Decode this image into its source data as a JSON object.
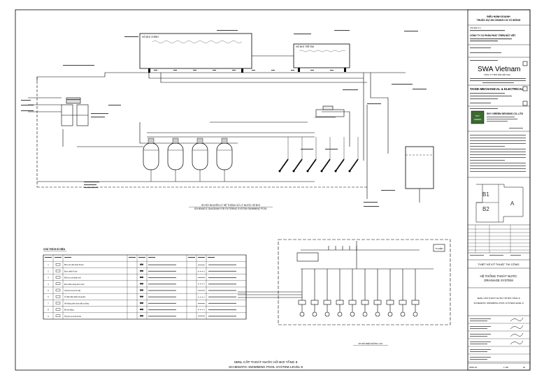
{
  "title_block": {
    "owner_label": "CHỦ ĐẦU TƯ",
    "owner_header_1": "ĐIỀU HÀNH DOANH",
    "owner_header_2": "THUỘC DỰ ÁN CHUNG CƯ CỔ ĐÔNG",
    "developer": "CÔNG TY CỔ PHẦN PHÁT TRIỂN ĐẤT VIỆT",
    "swa_logo_main": "SWA",
    "swa_logo_country": "Vietnam",
    "swa_subtitle": "CÔNG TY TNHH SWA VIỆT NAM",
    "contractor": "TAISEI MECHANICAL & ELECTRICAL",
    "green_company": "SKY GREEN DESIGNS CO.,LTD",
    "zone_b1": "B1",
    "zone_a": "A",
    "zone_b2": "B2",
    "stage": "THIẾT KẾ KỸ THUẬT THI CÔNG",
    "system_vn": "HỆ THỐNG THOÁT NƯỚC",
    "system_en": "DRAINAGE SYSTEM",
    "sheet_vn": "SĐNL CẤP THOÁT NƯỚC HỒ BƠI TẦNG 8",
    "sheet_en": "SCHEMATIC SWIMMING POOL SYSTEM LEVEL 8",
    "logo_box_label_1": "SKY",
    "logo_box_label_2": "GREEN",
    "scale": "1:100",
    "revision": "00",
    "drawing_no": "SDNL-01"
  },
  "drawing": {
    "caption_vn": "SĐNL CẤP THOÁT NƯỚC HỒ BƠI TẦNG 8",
    "caption_en": "SCHEMATIC SWIMMING POOL SYSTEM LEVEL 8",
    "schematic_caption_vn": "SƠ ĐỒ NGUYÊN LÝ HỆ THỐNG XỬ LÝ NƯỚC HỒ BƠI",
    "schematic_caption_en": "SCHEMATIC DIAGRAM FOR FILTERING SYSTEM SWIMMING POOL",
    "pool_1": "HỒ BƠI CHÍNH",
    "pool_2": "HỒ BƠI TRẺ EM",
    "legend_title": "CHÚ THÍCH KÍ HIỆU",
    "riser_caption": "SƠ ĐỒ ĐIỆN ĐỘNG LỰC",
    "panel_label": "TỦ ĐIỆN"
  },
  "legend_rows": [
    {
      "no": "1",
      "desc": "Bơm lọc tuần hoàn hồ bơi"
    },
    {
      "no": "2",
      "desc": "Bơm nhiệt hồ bơi"
    },
    {
      "no": "3",
      "desc": "Bình lọc cát thạch anh"
    },
    {
      "no": "4",
      "desc": "Đèn chiếu sáng dưới nước"
    },
    {
      "no": "5",
      "desc": "Cửa thu nước bề mặt"
    },
    {
      "no": "6",
      "desc": "Tủ điện điều khiển trung tâm"
    },
    {
      "no": "7",
      "desc": "Hệ thống châm hóa chất tự động"
    },
    {
      "no": "8",
      "desc": "Bể cân bằng"
    },
    {
      "no": "9",
      "desc": "Ống hút vệ sinh hồ bơi"
    }
  ]
}
